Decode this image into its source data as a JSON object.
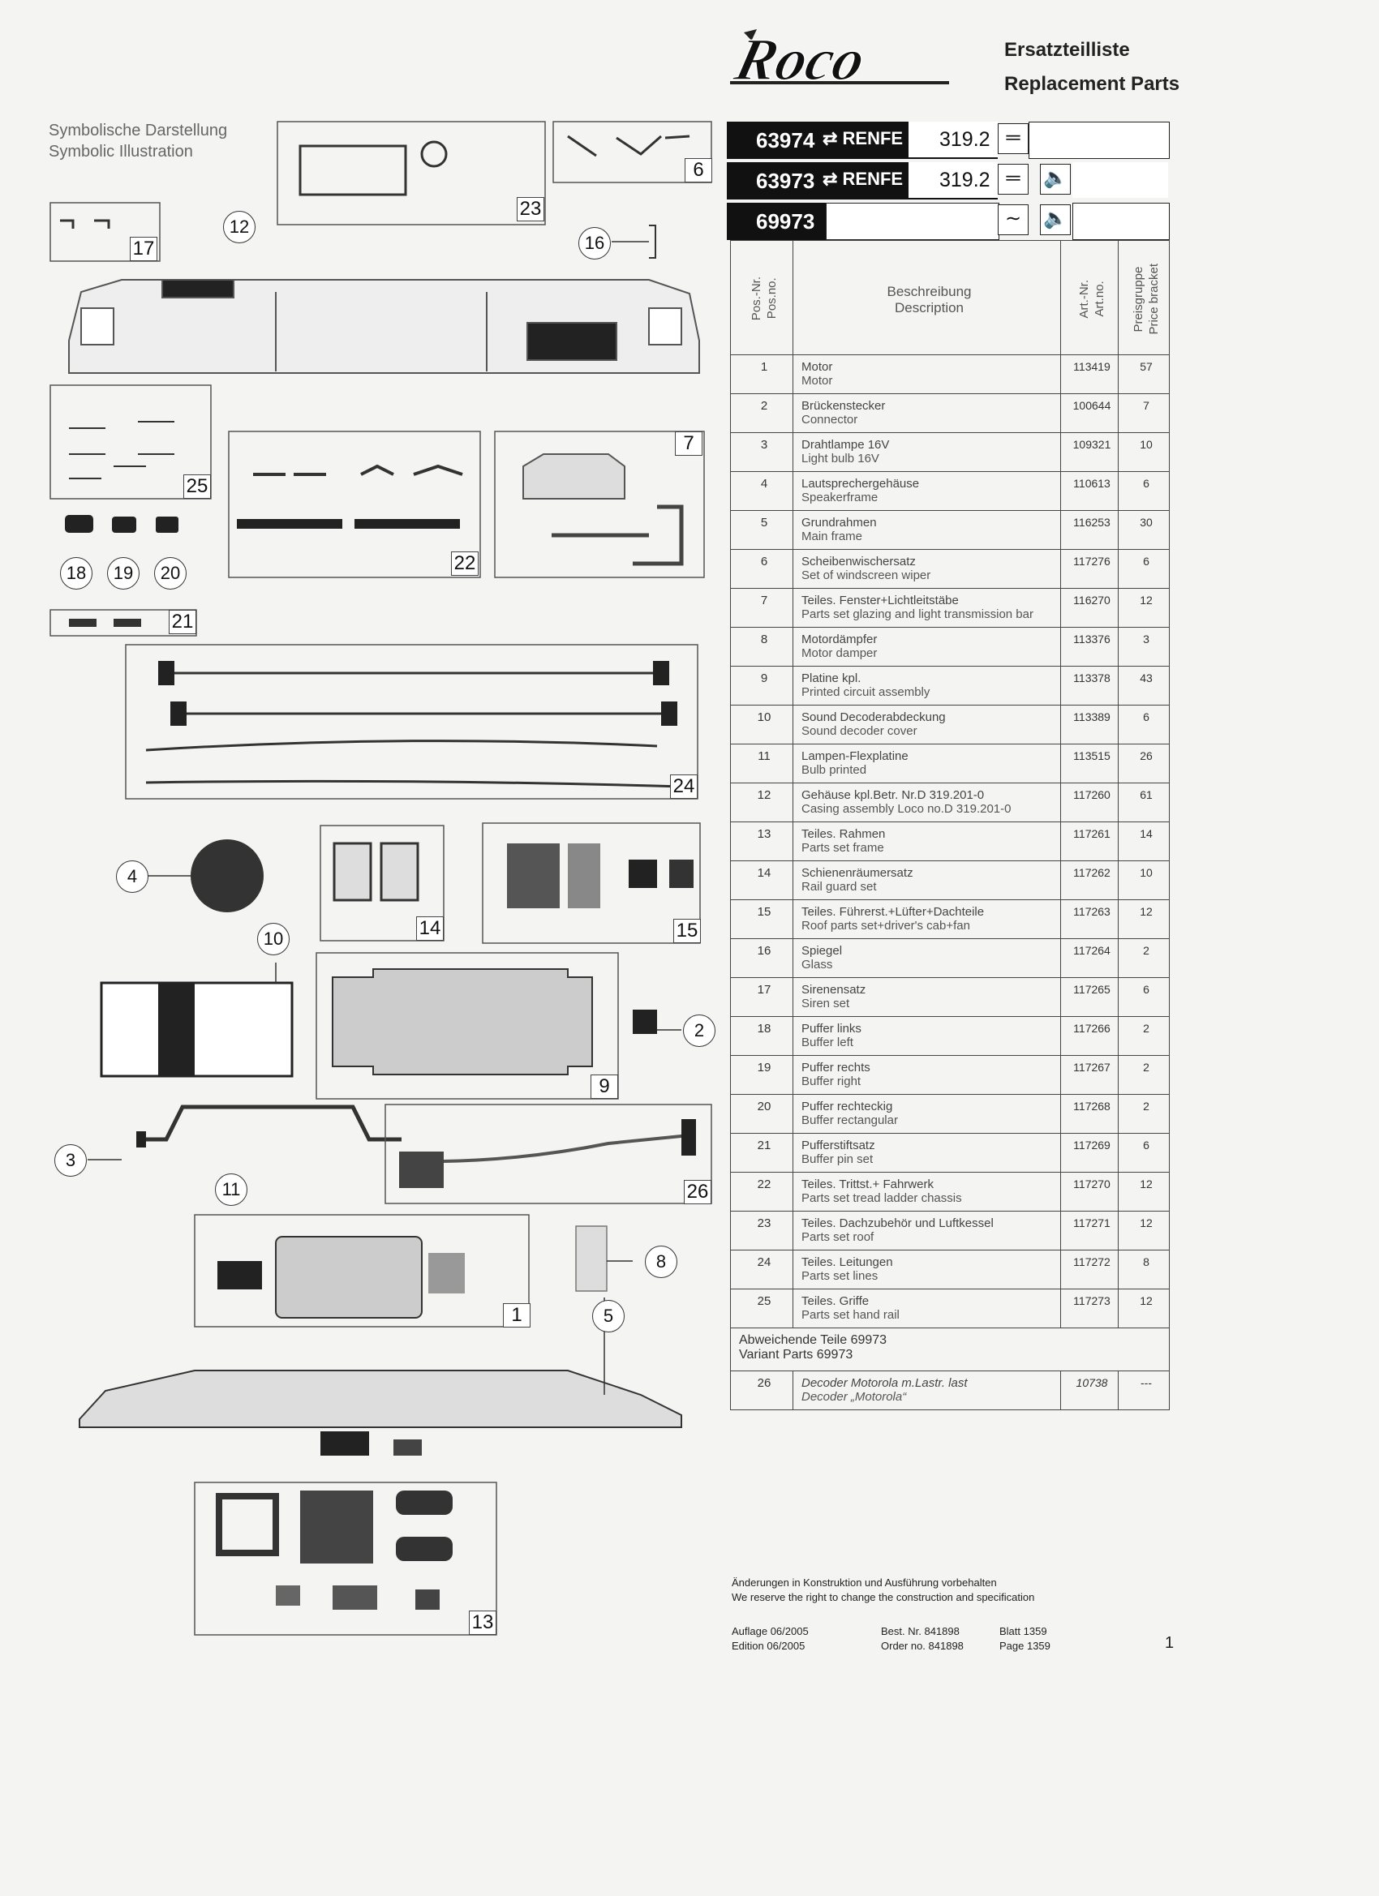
{
  "header": {
    "brand": "Roco",
    "title_de": "Ersatzteilliste",
    "title_en": "Replacement Parts"
  },
  "illustration": {
    "label_de": "Symbolische Darstellung",
    "label_en": "Symbolic Illustration",
    "callouts": [
      "1",
      "2",
      "3",
      "4",
      "5",
      "6",
      "7",
      "8",
      "9",
      "10",
      "11",
      "12",
      "13",
      "14",
      "15",
      "16",
      "17",
      "18",
      "19",
      "20",
      "21",
      "22",
      "23",
      "24",
      "25",
      "26"
    ]
  },
  "models": [
    {
      "number": "63974",
      "railway": "RENFE",
      "class": "319.2",
      "symbols": [
        "dc-icon"
      ]
    },
    {
      "number": "63973",
      "railway": "RENFE",
      "class": "319.2",
      "symbols": [
        "dc-icon",
        "speaker-icon"
      ]
    },
    {
      "number": "69973",
      "railway": "",
      "class": "",
      "symbols": [
        "ac-icon",
        "speaker-icon"
      ]
    }
  ],
  "table": {
    "headers": {
      "pos_de": "Pos.-Nr.",
      "pos_en": "Pos.no.",
      "desc_de": "Beschreibung",
      "desc_en": "Description",
      "art_de": "Art.-Nr.",
      "art_en": "Art.no.",
      "price_de": "Preisgruppe",
      "price_en": "Price bracket"
    },
    "rows": [
      {
        "pos": "1",
        "de": "Motor",
        "en": "Motor",
        "art": "113419",
        "price": "57"
      },
      {
        "pos": "2",
        "de": "Brückenstecker",
        "en": "Connector",
        "art": "100644",
        "price": "7"
      },
      {
        "pos": "3",
        "de": "Drahtlampe 16V",
        "en": "Light bulb 16V",
        "art": "109321",
        "price": "10"
      },
      {
        "pos": "4",
        "de": "Lautsprechergehäuse",
        "en": "Speakerframe",
        "art": "110613",
        "price": "6"
      },
      {
        "pos": "5",
        "de": "Grundrahmen",
        "en": "Main frame",
        "art": "116253",
        "price": "30"
      },
      {
        "pos": "6",
        "de": "Scheibenwischersatz",
        "en": "Set of windscreen wiper",
        "art": "117276",
        "price": "6"
      },
      {
        "pos": "7",
        "de": "Teiles. Fenster+Lichtleitstäbe",
        "en": "Parts set glazing and light transmission bar",
        "art": "116270",
        "price": "12"
      },
      {
        "pos": "8",
        "de": "Motordämpfer",
        "en": "Motor damper",
        "art": "113376",
        "price": "3"
      },
      {
        "pos": "9",
        "de": "Platine kpl.",
        "en": "Printed circuit assembly",
        "art": "113378",
        "price": "43"
      },
      {
        "pos": "10",
        "de": "Sound Decoderabdeckung",
        "en": "Sound decoder cover",
        "art": "113389",
        "price": "6"
      },
      {
        "pos": "11",
        "de": "Lampen-Flexplatine",
        "en": "Bulb printed",
        "art": "113515",
        "price": "26"
      },
      {
        "pos": "12",
        "de": "Gehäuse kpl.Betr. Nr.D 319.201-0",
        "en": "Casing assembly Loco no.D 319.201-0",
        "art": "117260",
        "price": "61"
      },
      {
        "pos": "13",
        "de": "Teiles. Rahmen",
        "en": "Parts set frame",
        "art": "117261",
        "price": "14"
      },
      {
        "pos": "14",
        "de": "Schienenräumersatz",
        "en": "Rail guard set",
        "art": "117262",
        "price": "10"
      },
      {
        "pos": "15",
        "de": "Teiles. Führerst.+Lüfter+Dachteile",
        "en": "Roof parts set+driver's cab+fan",
        "art": "117263",
        "price": "12"
      },
      {
        "pos": "16",
        "de": "Spiegel",
        "en": "Glass",
        "art": "117264",
        "price": "2"
      },
      {
        "pos": "17",
        "de": "Sirenensatz",
        "en": "Siren set",
        "art": "117265",
        "price": "6"
      },
      {
        "pos": "18",
        "de": "Puffer links",
        "en": "Buffer left",
        "art": "117266",
        "price": "2"
      },
      {
        "pos": "19",
        "de": "Puffer rechts",
        "en": "Buffer right",
        "art": "117267",
        "price": "2"
      },
      {
        "pos": "20",
        "de": "Puffer rechteckig",
        "en": "Buffer rectangular",
        "art": "117268",
        "price": "2"
      },
      {
        "pos": "21",
        "de": "Pufferstiftsatz",
        "en": "Buffer pin set",
        "art": "117269",
        "price": "6"
      },
      {
        "pos": "22",
        "de": "Teiles. Trittst.+ Fahrwerk",
        "en": "Parts set tread ladder chassis",
        "art": "117270",
        "price": "12"
      },
      {
        "pos": "23",
        "de": "Teiles. Dachzubehör und Luftkessel",
        "en": "Parts set roof",
        "art": "117271",
        "price": "12"
      },
      {
        "pos": "24",
        "de": "Teiles. Leitungen",
        "en": "Parts set lines",
        "art": "117272",
        "price": "8"
      },
      {
        "pos": "25",
        "de": "Teiles. Griffe",
        "en": "Parts set hand rail",
        "art": "117273",
        "price": "12"
      }
    ],
    "variant_de": "Abweichende Teile 69973",
    "variant_en": "Variant Parts 69973",
    "variant_rows": [
      {
        "pos": "26",
        "de": "Decoder Motorola m.Lastr. last",
        "en": "Decoder „Motorola“",
        "art": "10738",
        "price": "---"
      }
    ]
  },
  "footer": {
    "notice_de": "Änderungen in Konstruktion und Ausführung vorbehalten",
    "notice_en": "We reserve the right to change the construction and specification",
    "edition_de": "Auflage 06/2005",
    "edition_en": "Edition 06/2005",
    "order_de": "Best. Nr.  841898",
    "order_en": "Order no. 841898",
    "sheet_de": "Blatt 1359",
    "sheet_en": "Page 1359",
    "page": "1"
  }
}
